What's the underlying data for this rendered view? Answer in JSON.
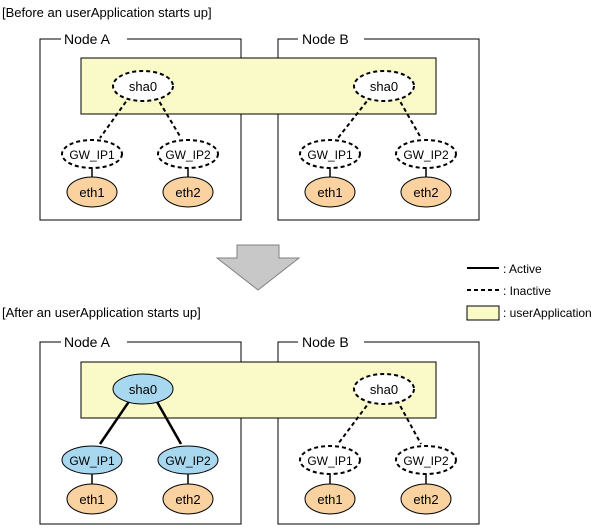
{
  "sections": {
    "before_title": "[Before an userApplication starts up]",
    "after_title": "[After an userApplication starts up]"
  },
  "nodes": {
    "node_a": "Node A",
    "node_b": "Node B"
  },
  "labels": {
    "sha": "sha0",
    "gw1": "GW_IP1",
    "gw2": "GW_IP2",
    "eth1": "eth1",
    "eth2": "eth2"
  },
  "legend": {
    "active": ": Active",
    "inactive": ": Inactive",
    "user_application": ": userApplication"
  },
  "colors": {
    "user_application_fill": "#fafac8",
    "eth_fill": "#fad2a0",
    "active_fill": "#a8d8f0",
    "arrow_fill": "#c8c8c8"
  }
}
